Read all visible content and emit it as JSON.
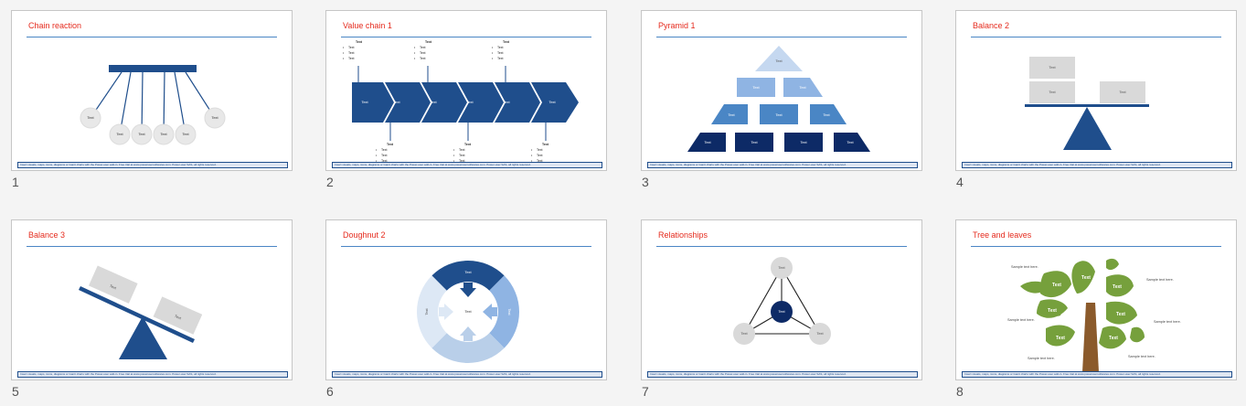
{
  "footer_text": "Insert visuals, maps, icons, diagrams or Gantt charts with the Power-user add-in. Free trial at www.powerusersoftwares.com. Power-user SAS, all rights reserved.",
  "slides": [
    {
      "number": "1",
      "title": "Chain reaction",
      "label": "Text"
    },
    {
      "number": "2",
      "title": "Value chain 1",
      "label": "Text",
      "bullet": "Text"
    },
    {
      "number": "3",
      "title": "Pyramid 1",
      "label": "Text"
    },
    {
      "number": "4",
      "title": "Balance 2",
      "label": "Text"
    },
    {
      "number": "5",
      "title": "Balance 3",
      "label": "Text"
    },
    {
      "number": "6",
      "title": "Doughnut 2",
      "label": "Text"
    },
    {
      "number": "7",
      "title": "Relationships",
      "label": "Text"
    },
    {
      "number": "8",
      "title": "Tree and leaves",
      "label": "Text",
      "sample": "Sample text here."
    }
  ],
  "colors": {
    "dark_blue": "#1f4e8c",
    "navy": "#0d2a66",
    "mid_blue": "#4a86c5",
    "light_blue": "#8fb4e3",
    "pale_blue": "#c5d8f0",
    "grey": "#d9d9d9",
    "green": "#76a03c",
    "trunk": "#8b5a2b",
    "title_red": "#e52b1e"
  }
}
